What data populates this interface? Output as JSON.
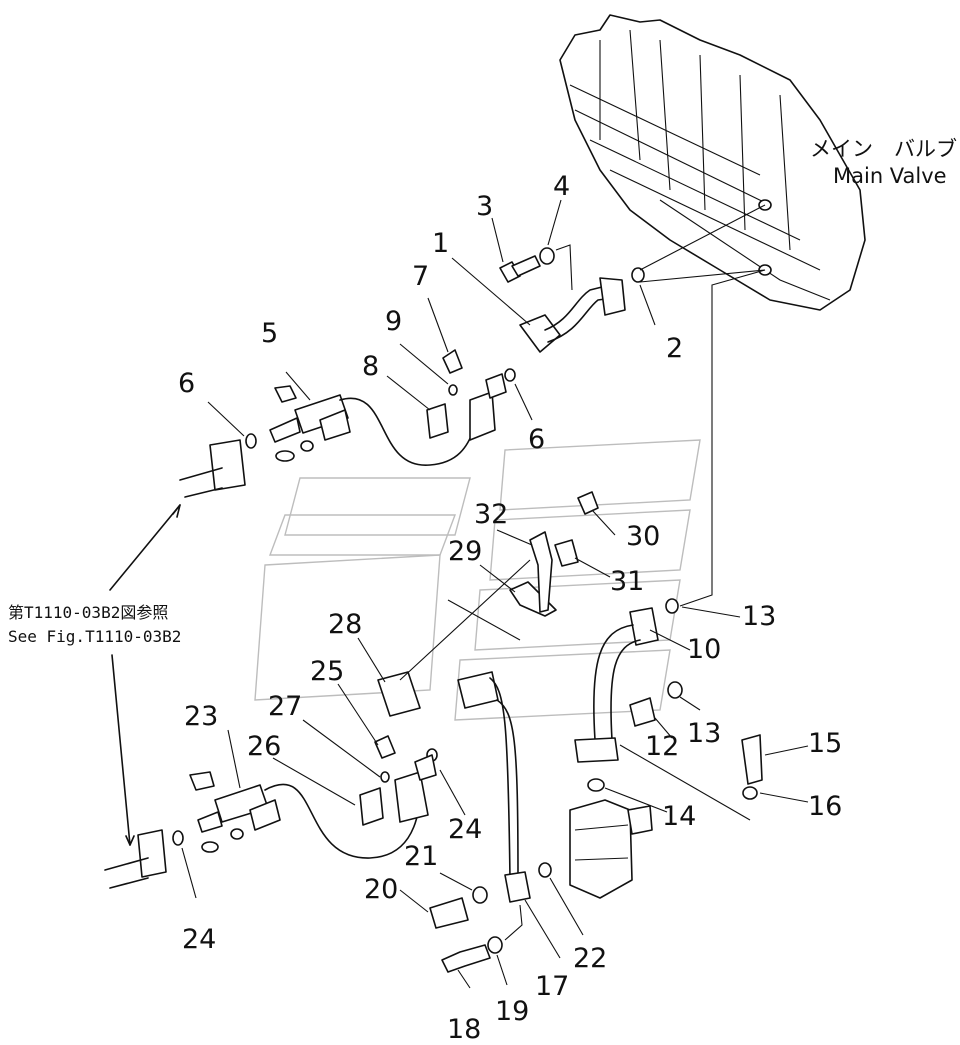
{
  "callouts": {
    "main_valve_jp": "メイン　バルブ",
    "main_valve_en": "Main Valve",
    "see_fig_jp": "第T1110-03B2図参照",
    "see_fig_en": "See Fig.T1110-03B2"
  },
  "part_numbers": {
    "p1": "1",
    "p2": "2",
    "p3": "3",
    "p4": "4",
    "p5": "5",
    "p6a": "6",
    "p6b": "6",
    "p7": "7",
    "p8": "8",
    "p9": "9",
    "p10": "10",
    "p12": "12",
    "p13a": "13",
    "p13b": "13",
    "p14": "14",
    "p15": "15",
    "p16": "16",
    "p17": "17",
    "p18": "18",
    "p19": "19",
    "p20": "20",
    "p21": "21",
    "p22": "22",
    "p23": "23",
    "p24a": "24",
    "p24b": "24",
    "p25": "25",
    "p26": "26",
    "p27": "27",
    "p28": "28",
    "p29": "29",
    "p30": "30",
    "p31": "31",
    "p32": "32"
  }
}
